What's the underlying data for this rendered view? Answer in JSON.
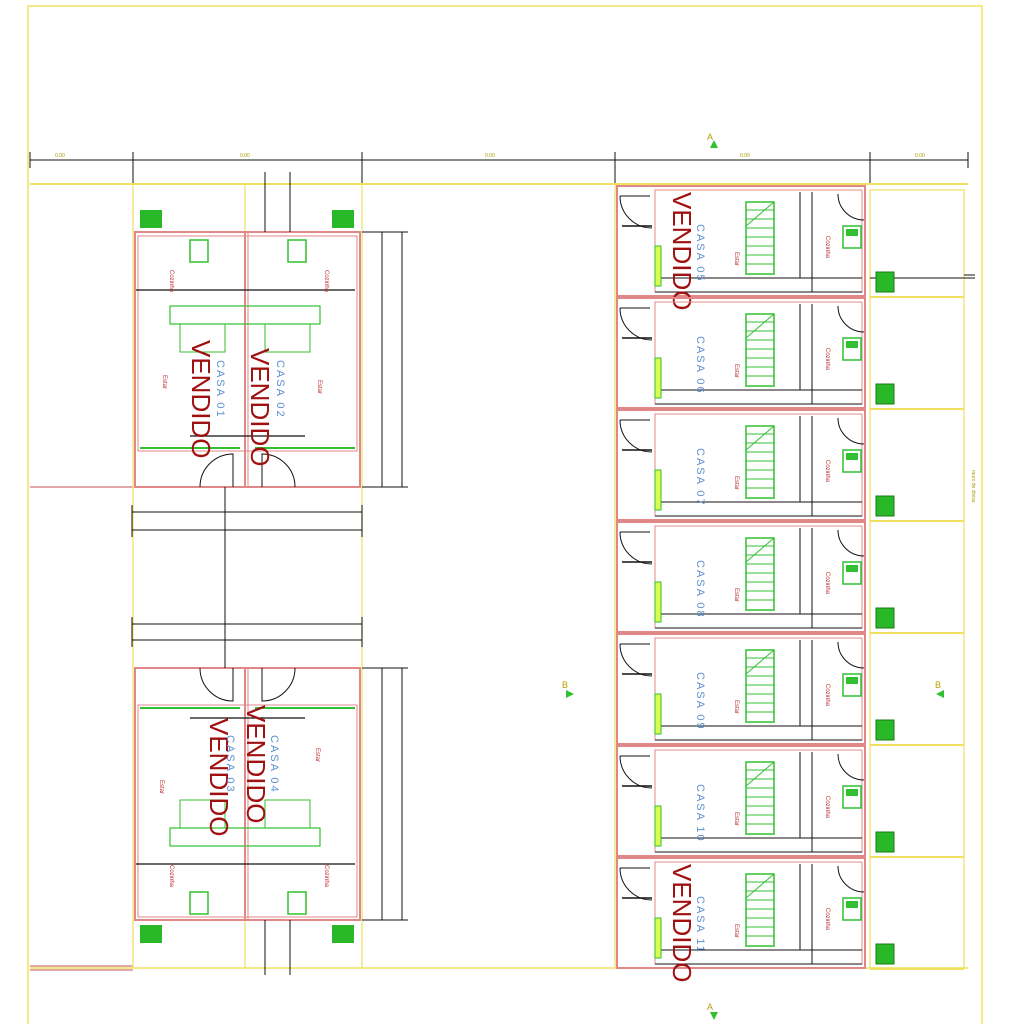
{
  "plan": {
    "section_marks": {
      "a_top": "A",
      "a_bottom": "A",
      "b_left": "B",
      "b_right": "B"
    },
    "sold_label": "VENDIDO",
    "room_labels": {
      "kitchen": "Cozinha",
      "living": "Estar"
    },
    "left_houses": [
      {
        "name": "CASA 01",
        "sold": true
      },
      {
        "name": "CASA 02",
        "sold": true
      },
      {
        "name": "CASA 03",
        "sold": true
      },
      {
        "name": "CASA 04",
        "sold": true
      }
    ],
    "right_houses": [
      {
        "name": "CASA 05",
        "sold": true
      },
      {
        "name": "CASA 06",
        "sold": false
      },
      {
        "name": "CASA 07",
        "sold": false
      },
      {
        "name": "CASA 08",
        "sold": false
      },
      {
        "name": "CASA 09",
        "sold": false
      },
      {
        "name": "CASA 10",
        "sold": false
      },
      {
        "name": "CASA 11",
        "sold": true
      }
    ],
    "colors": {
      "boundary": "#f0e060",
      "wall": "#e08888",
      "fixture": "#30c030",
      "dimension": "#111111",
      "sold_text": "#a01010",
      "house_label": "#5a8fd0"
    }
  }
}
